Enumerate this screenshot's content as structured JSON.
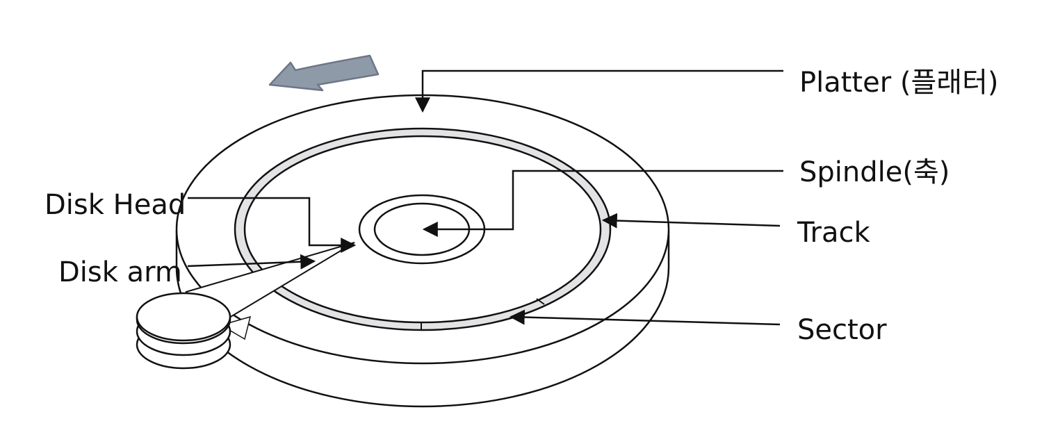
{
  "labels": {
    "platter": "Platter (플래터)",
    "spindle": "Spindle(축)",
    "track": "Track",
    "sector": "Sector",
    "disk_head": "Disk Head",
    "disk_arm": "Disk arm"
  },
  "colors": {
    "line": "#111111",
    "track_fill": "#e3e3e6",
    "rotation_arrow_fill": "#8e9aa8",
    "rotation_arrow_stroke": "#6b7786",
    "background": "#ffffff"
  },
  "icons": {
    "rotation": "rotation-direction-arrow"
  }
}
